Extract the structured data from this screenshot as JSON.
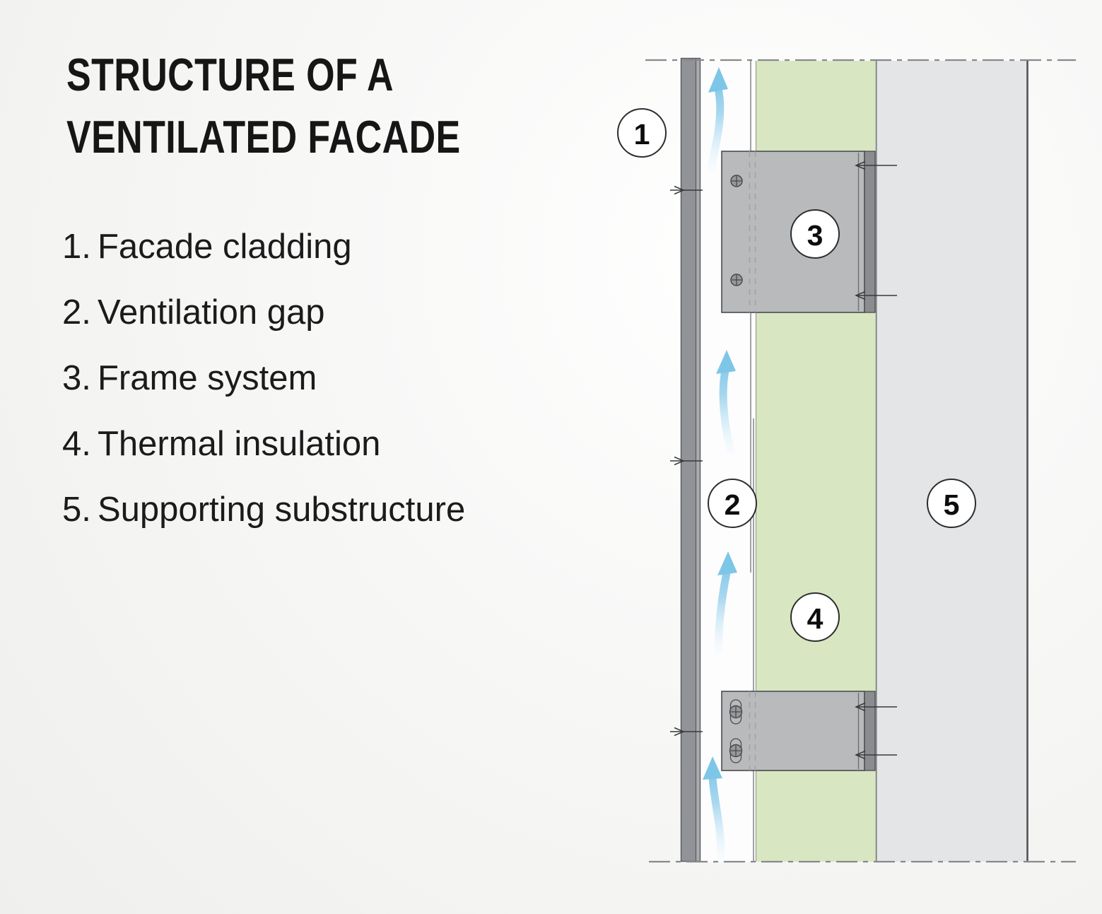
{
  "title": {
    "line1": "STRUCTURE OF A",
    "line2": "VENTILATED FACADE"
  },
  "legend": {
    "items": [
      {
        "num": "1.",
        "label": "Facade cladding"
      },
      {
        "num": "2.",
        "label": "Ventilation gap"
      },
      {
        "num": "3.",
        "label": "Frame system"
      },
      {
        "num": "4.",
        "label": "Thermal insulation"
      },
      {
        "num": "5.",
        "label": "Supporting substructure"
      }
    ]
  },
  "diagram": {
    "callouts": [
      {
        "num": "1"
      },
      {
        "num": "2"
      },
      {
        "num": "3"
      },
      {
        "num": "4"
      },
      {
        "num": "5"
      }
    ],
    "icons": {
      "airflow": "airflow-arrow-icon",
      "screw": "screw-icon",
      "joint_marker": "panel-joint-marker-icon",
      "dimension": "dimension-arrow-icon"
    },
    "colors": {
      "cladding_dark": "#929398",
      "cladding_light": "#a9abaf",
      "ventilation_white": "#fdfdfe",
      "insulation": "#d9e6c2",
      "substructure": "#e4e5e7",
      "bracket_plate": "#b9babc",
      "bracket_rail": "#8b8c90",
      "arrow_blue": "#7ec6e7",
      "outline_dark": "#45464a",
      "centerline_gray": "#88898b"
    }
  }
}
